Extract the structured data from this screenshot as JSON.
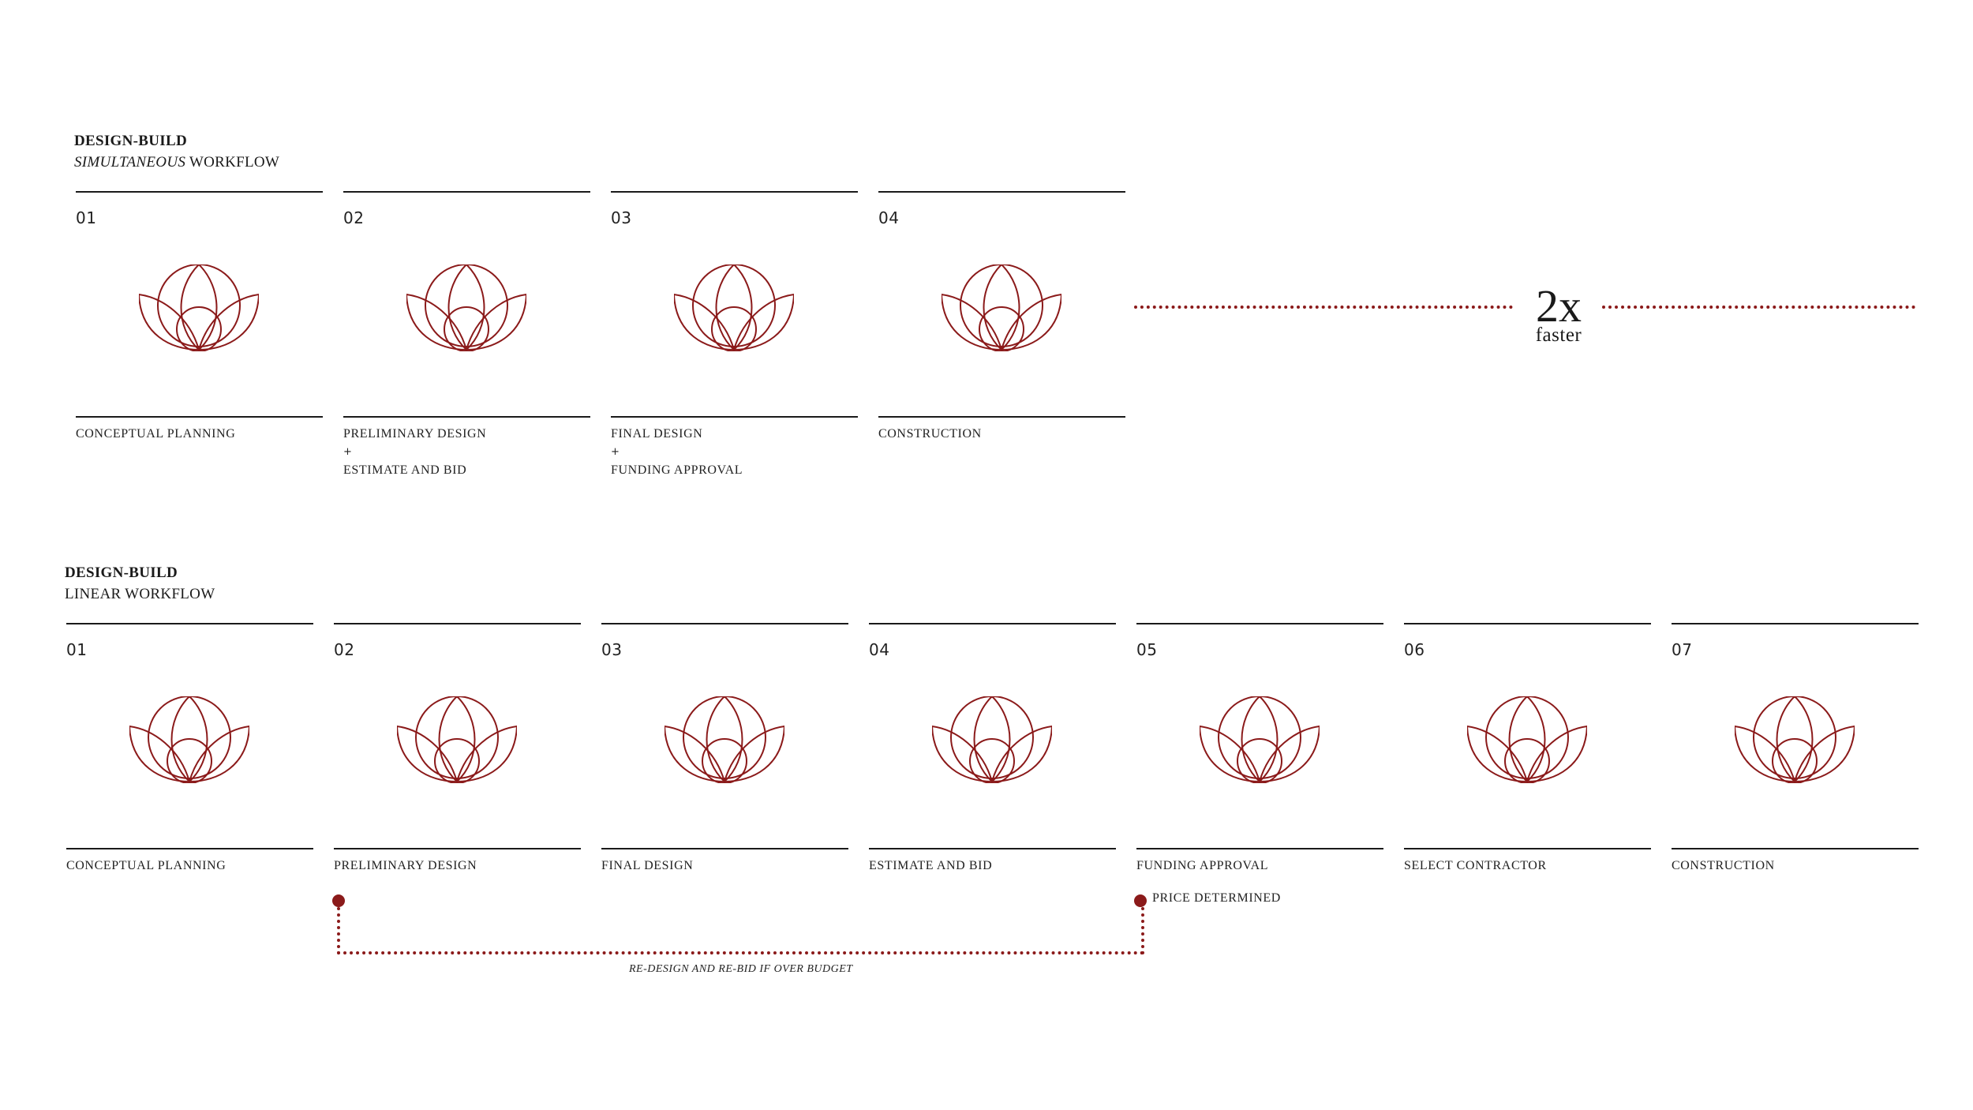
{
  "colors": {
    "accent": "#8b1a1a",
    "ink": "#1a1a1a",
    "background": "#ffffff"
  },
  "icons": {
    "step": "lotus-icon"
  },
  "simultaneous": {
    "title": "DESIGN-BUILD",
    "subtitle_em": "SIMULTANEOUS",
    "subtitle_rest": " WORKFLOW",
    "steps": [
      {
        "num": "01",
        "label": [
          "CONCEPTUAL  PLANNING"
        ]
      },
      {
        "num": "02",
        "label": [
          "PRELIMINARY DESIGN",
          "+",
          "ESTIMATE AND BID"
        ]
      },
      {
        "num": "03",
        "label": [
          "FINAL DESIGN",
          "+",
          "FUNDING APPROVAL"
        ]
      },
      {
        "num": "04",
        "label": [
          "CONSTRUCTION"
        ]
      }
    ],
    "faster": {
      "big": "2x",
      "small": "faster"
    }
  },
  "linear": {
    "title": "DESIGN-BUILD",
    "subtitle": "LINEAR WORKFLOW",
    "steps": [
      {
        "num": "01",
        "label": [
          "CONCEPTUAL  PLANNING"
        ]
      },
      {
        "num": "02",
        "label": [
          "PRELIMINARY DESIGN"
        ]
      },
      {
        "num": "03",
        "label": [
          "FINAL DESIGN"
        ]
      },
      {
        "num": "04",
        "label": [
          "ESTIMATE AND BID"
        ]
      },
      {
        "num": "05",
        "label": [
          "FUNDING APPROVAL"
        ]
      },
      {
        "num": "06",
        "label": [
          "SELECT CONTRACTOR"
        ]
      },
      {
        "num": "07",
        "label": [
          "CONSTRUCTION"
        ]
      }
    ],
    "price_label": "PRICE DETERMINED",
    "loop_label": "RE-DESIGN AND RE-BID IF OVER BUDGET"
  }
}
